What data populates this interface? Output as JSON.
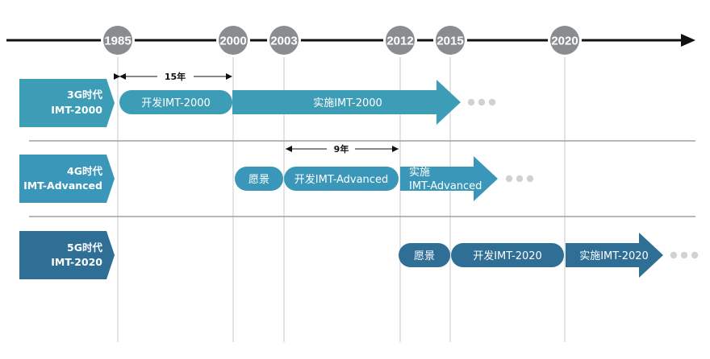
{
  "timeline": {
    "years": [
      "1985",
      "2000",
      "2003",
      "2012",
      "2015",
      "2020"
    ]
  },
  "spans": {
    "span_4g": "15年",
    "span_5g": "9年"
  },
  "rows": {
    "g3": {
      "gen_line1": "3G时代",
      "gen_line2": "IMT-2000",
      "develop": "开发IMT-2000",
      "implement": "实施IMT-2000"
    },
    "g4": {
      "gen_line1": "4G时代",
      "gen_line2": "IMT-Advanced",
      "vision": "愿景",
      "develop": "开发IMT-Advanced",
      "implement_line1": "实施",
      "implement_line2": "IMT-Advanced"
    },
    "g5": {
      "gen_line1": "5G时代",
      "gen_line2": "IMT-2020",
      "vision": "愿景",
      "develop": "开发IMT-2020",
      "implement": "实施IMT-2020"
    }
  },
  "colors": {
    "row3g": "#3d9db7",
    "row4g": "#3b97b9",
    "row5g": "#2f6f96",
    "year_circle": "#8a8d90",
    "gridline": "#c9cacc",
    "divider": "#9ea0a6",
    "ellipsis": "#cfd1d3"
  }
}
